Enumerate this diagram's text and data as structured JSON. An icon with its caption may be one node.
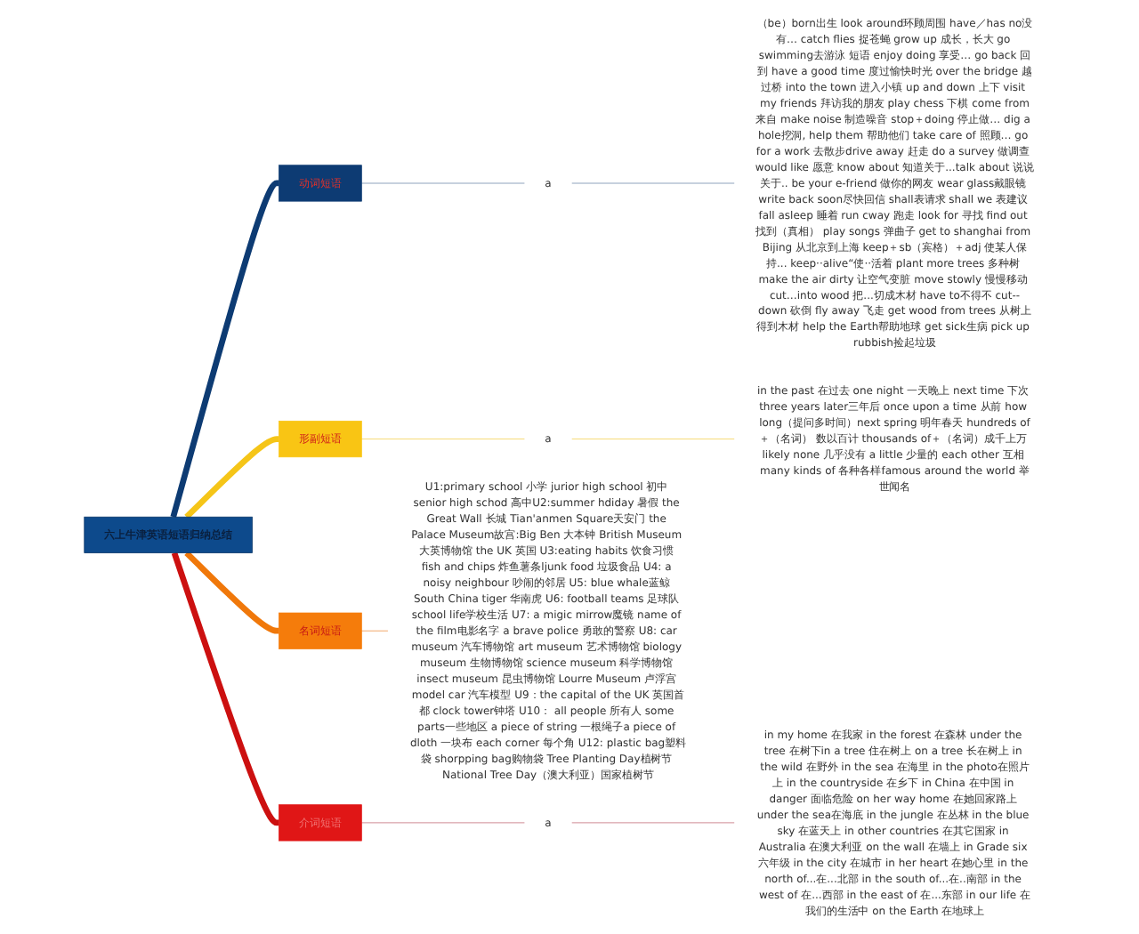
{
  "diagram": {
    "nodes": [
      {
        "text": [
          "六上牛津英语短语归纳总结"
        ]
      },
      {
        "text": [
          "动词短语"
        ]
      },
      {
        "text": [
          "a"
        ]
      },
      {
        "text": [
          "（be）born出生 look around环顾周围 have／has no没有… catch flies 捉苍蝇 grow up 成长，长大 go swimming去游泳 短语 enjoy doing 享受… go back 回到 have a good time 度过愉快时光 over the bridge 越过桥 into the town 进入小镇 up and down 上下 visit my friends 拜访我的朋友 play chess 下棋 come from来自 make noise 制造噪音 stop＋doing 停止做… dig a hole挖洞, help them 帮助他们 take care of 照顾… go for a work 去散步drive away 赶走 do a survey 做调查 would like 愿意 know about 知道关于...talk about 说说关于.. be your e-friend 做你的网友 wear glass戴眼镜 write back soon尽快回信 shall表请求 shall we 表建议 fall asleep 睡着 run cway 跑走 look for 寻找 find out 找到（真相） play songs 弹曲子 get to shanghai from Bijing 从北京到上海 keep＋sb（宾格）＋adj 使某人保持... keep··alive“使··活着 plant more trees 多种树 make the air dirty 让空气变脏 move stowly 慢慢移动 cut…into wood 把...切成木材 have to不得不 cut--down 砍倒 fly away 飞走 get wood from trees 从树上得到木材 help the Earth帮助地球 get sick生病 pick up rubbish捡起垃圾"
        ]
      },
      {
        "text": [
          "形副短语"
        ]
      },
      {
        "text": [
          "a"
        ]
      },
      {
        "text": [
          "in the past 在过去 one night 一天晚上 next time 下次 three years later三年后 once upon a time 从前 how long（提问多时间）next spring 明年春天 hundreds of＋（名词） 数以百计 thousands of＋（名词）成千上万 likely none 几乎没有 a little 少量的 each other 互相 many kinds of 各种各样famous around the world 举世闻名"
        ]
      },
      {
        "text": [
          "名词短语"
        ]
      },
      {
        "text": [
          "U1:primary school 小学 jurior high school 初中 senior high schod 高中U2:summer hdiday 暑假 the Great Wall 长城 Tian'anmen Square天安门 the Palace Museum故宫:Big Ben 大本钟 British Museum 大英博物馆 the UK 英国 U3:eating habits 饮食习惯 fish and chips 炸鱼薯条ljunk food 垃圾食品 U4: a noisy neighbour 吵闹的邻居 U5: blue whale蓝鲸 South China tiger 华南虎 U6: football teams 足球队 school life学校生活 U7: a migic mirrow魔镜 name of the film电影名字 a brave police 勇敢的警察 U8: car museum 汽车博物馆 art museum 艺术博物馆 biology museum 生物博物馆 science museum 科学博物馆 insect museum 昆虫博物馆 Lourre Museum 卢浮宫 model car 汽车模型 U9：the capital of the UK 英国首都 clock tower钟塔 U10： all people 所有人 some parts一些地区 a piece of string 一根绳子a piece of dloth 一块布 each corner 每个角 U12: plastic bag塑料袋 shorpping bag购物袋 Tree Planting Day植树节 National Tree Day（澳大利亚）国家植树节"
        ]
      },
      {
        "text": [
          "介词短语"
        ]
      },
      {
        "text": [
          "a"
        ]
      },
      {
        "text": [
          "in my home 在我家 in the forest 在森林 under the tree 在树下in a tree 住在树上 on a tree 长在树上 in the wild 在野外 in the sea 在海里 in the photo在照片上 in the countryside 在乡下 in China 在中国 in danger 面临危险 on her way home 在她回家路上 under the sea在海底 in the jungle 在丛林 in the blue sky 在蓝天上 in other countries 在其它国家 in Australia 在澳大利亚 on the wall 在墙上 in Grade six 六年级 in the city 在城市 in her heart 在她心里 in the north of...在...北部 in the south of...在..南部 in the west of 在...西部 in the east of 在...东部 in our life 在我们的生活中 on the Earth 在地球上"
        ]
      }
    ],
    "edges": [
      {
        "from": 0,
        "to": 1,
        "arrow": "none",
        "style": "thick",
        "color": "#0d3b73"
      },
      {
        "from": 1,
        "to": 2,
        "arrow": "none",
        "color": "#8fa3bd"
      },
      {
        "from": 2,
        "to": 3,
        "arrow": "none",
        "color": "#8fa3bd"
      },
      {
        "from": 0,
        "to": 4,
        "arrow": "none",
        "style": "thick",
        "color": "#f5c518"
      },
      {
        "from": 4,
        "to": 5,
        "arrow": "none",
        "color": "#f7dc7a"
      },
      {
        "from": 5,
        "to": 6,
        "arrow": "none",
        "color": "#f7dc7a"
      },
      {
        "from": 0,
        "to": 7,
        "arrow": "none",
        "style": "thick",
        "color": "#f0780a"
      },
      {
        "from": 7,
        "to": 8,
        "arrow": "none",
        "color": "#f3b27a"
      },
      {
        "from": 0,
        "to": 9,
        "arrow": "none",
        "style": "thick",
        "color": "#cc1010"
      },
      {
        "from": 9,
        "to": 10,
        "arrow": "none",
        "color": "#d9a0a8"
      },
      {
        "from": 10,
        "to": 11,
        "arrow": "none",
        "color": "#d9a0a8"
      }
    ]
  }
}
